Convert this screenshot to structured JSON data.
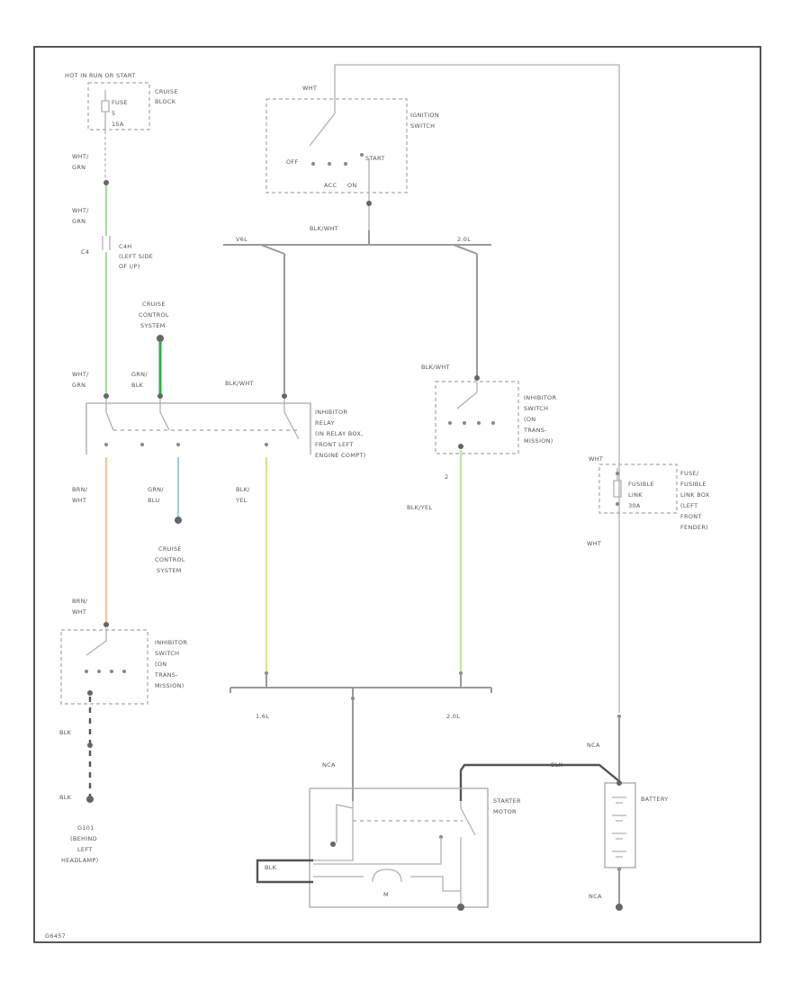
{
  "colors": {
    "wire_green": "#a8dca0",
    "wire_dark_green": "#3aa84a",
    "wire_blue": "#a8c8e8",
    "wire_orange": "#e8c898",
    "wire_yellow": "#e0e098",
    "wire_light_green": "#c8e0a0",
    "wire_gray": "#9a9a9a",
    "wire_dark": "#555555"
  },
  "labels": {
    "hot_run": "HOT IN RUN OR START",
    "fuse_block_1": "CRUISE",
    "fuse_block_2": "BLOCK",
    "fuse_1": "FUSE",
    "fuse_2": "5",
    "fuse_3": "15A",
    "wht_grn_1a": "WHT/",
    "wht_grn_1b": "GRN",
    "wht_grn_2a": "WHT/",
    "wht_grn_2b": "GRN",
    "c4": "C4",
    "c4_desc_1": "C4H",
    "c4_desc_2": "(LEFT SIDE",
    "c4_desc_3": "OF I/P)",
    "cruise_top_1": "CRUISE",
    "cruise_top_2": "CONTROL",
    "cruise_top_3": "SYSTEM",
    "wht_grn_3a": "WHT/",
    "wht_grn_3b": "GRN",
    "grn_blk_a": "GRN/",
    "grn_blk_b": "BLK",
    "blk_wht_1": "BLK/WHT",
    "inhibitor_relay_1": "INHIBITOR",
    "inhibitor_relay_2": "RELAY",
    "inhibitor_relay_3": "(IN RELAY BOX,",
    "inhibitor_relay_4": "FRONT LEFT",
    "inhibitor_relay_5": "ENGINE COMPT)",
    "wht_top": "WHT",
    "ignition_1": "IGNITION",
    "ignition_2": "SWITCH",
    "off": "OFF",
    "start": "START",
    "acc": "ACC",
    "on": "ON",
    "blk_wht_top": "BLK/WHT",
    "v6_left": "V6L",
    "v6_right": "2.0L",
    "blk_wht_2": "BLK/WHT",
    "inhibitor_sw_1": "INHIBITOR",
    "inhibitor_sw_2": "SWITCH",
    "inhibitor_sw_3": "(ON",
    "inhibitor_sw_4": "TRANS-",
    "inhibitor_sw_5": "MISSION)",
    "pin_2": "2",
    "blk_yel_2": "BLK/YEL",
    "wht_fuse": "WHT",
    "fuse_link_1": "FUSE/",
    "fuse_link_2": "FUSIBLE",
    "fuse_link_3": "LINK BOX",
    "fuse_link_4": "(LEFT",
    "fuse_link_5": "FRONT",
    "fuse_link_6": "FENDER)",
    "fusible_1": "FUSIBLE",
    "fusible_2": "LINK",
    "fusible_3": "30A",
    "wht_mid": "WHT",
    "brn_wht_1a": "BRN/",
    "brn_wht_1b": "WHT",
    "grn_blu_a": "GRN/",
    "grn_blu_b": "BLU",
    "blk_yel_1a": "BLK/",
    "blk_yel_1b": "YEL",
    "cruise_bot_1": "CRUISE",
    "cruise_bot_2": "CONTROL",
    "cruise_bot_3": "SYSTEM",
    "brn_wht_2a": "BRN/",
    "brn_wht_2b": "WHT",
    "inhibitor_lo_1": "INHIBITOR",
    "inhibitor_lo_2": "SWITCH",
    "inhibitor_lo_3": "(ON",
    "inhibitor_lo_4": "TRANS-",
    "inhibitor_lo_5": "MISSION)",
    "v6_bot_left": "1.6L",
    "v6_bot_right": "2.0L",
    "blk_1": "BLK",
    "blk_2": "BLK",
    "g101_1": "G101",
    "g101_2": "(BEHIND",
    "g101_3": "LEFT",
    "g101_4": "HEADLAMP)",
    "nca_left": "NCA",
    "nca_right": "NCA",
    "nca_bot": "NCA",
    "starter_1": "STARTER",
    "starter_2": "MOTOR",
    "m": "M",
    "battery": "BATTERY",
    "blk_bat": "BLK",
    "blk_starter": "BLK",
    "footer_id": "G6457"
  }
}
